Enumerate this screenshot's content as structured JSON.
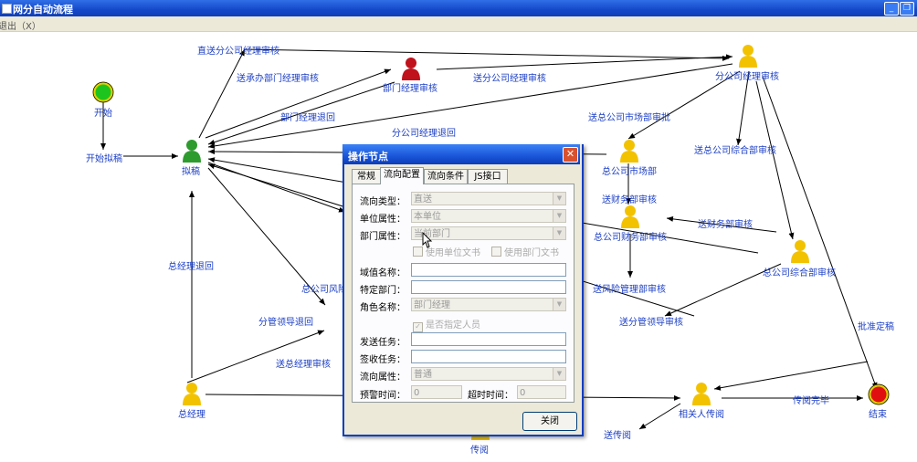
{
  "window": {
    "title": "网分自动流程"
  },
  "menu": {
    "exit_label": "退出（X）"
  },
  "nodes": {
    "start": "开始",
    "draft": "拟稿",
    "dept_manager": "部门经理审核",
    "branch_manager": "分公司经理审核",
    "hq_market": "总公司市场部",
    "hq_finance": "总公司财务部审核",
    "hq_general": "总公司综合部审核",
    "general_manager": "总经理",
    "pass_read": "传阅",
    "related_read": "相关人传阅",
    "end": "结束"
  },
  "edges": {
    "start_draft": "开始拟稿",
    "direct_branch": "直送分公司经理审核",
    "to_dept_manager": "送承办部门经理审核",
    "dept_return": "部门经理退回",
    "to_branch": "送分公司经理审核",
    "branch_return": "分公司经理退回",
    "to_hq_market": "送总公司市场部审批",
    "to_hq_general": "送总公司综合部审核",
    "to_finance": "送财务部审核",
    "to_finance2": "送财务部审核",
    "to_risk": "送风险管理部审核",
    "to_leader": "送分管领导审核",
    "approve": "批准定稿",
    "gm_return": "总经理退回",
    "hq_risk_return": "总公司风险",
    "leader_return": "分管领导退回",
    "to_gm": "送总经理审核",
    "read_done": "传阅完毕",
    "send_read": "送传阅"
  },
  "dialog": {
    "title": "操作节点",
    "tabs": [
      "常规",
      "流向配置",
      "流向条件",
      "JS接口"
    ],
    "fields": {
      "flow_type_label": "流向类型：",
      "flow_type_value": "直送",
      "unit_attr_label": "单位属性：",
      "unit_attr_value": "本单位",
      "dept_attr_label": "部门属性：",
      "dept_attr_value": "当前部门",
      "use_unit_doc": "使用单位文书",
      "use_dept_doc": "使用部门文书",
      "domain_name_label": "域值名称：",
      "specific_dept_label": "特定部门：",
      "role_name_label": "角色名称：",
      "role_name_value": "部门经理",
      "specify_person": "是否指定人员",
      "send_task_label": "发送任务：",
      "sign_task_label": "签收任务：",
      "flow_attr_label": "流向属性：",
      "flow_attr_value": "普通",
      "warn_time_label": "预警时间：",
      "warn_time_value": "0",
      "timeout_label": "超时时间：",
      "timeout_value": "0"
    },
    "close_label": "关闭"
  },
  "colors": {
    "title_blue": "#1548c9",
    "label_blue": "#1c3fc4",
    "user_yellow": "#f2c200",
    "user_green": "#2e9b2e",
    "user_red": "#c0121c"
  }
}
